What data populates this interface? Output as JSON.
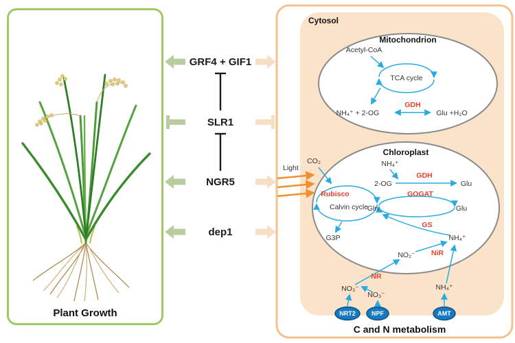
{
  "left_panel": {
    "title": "Plant Growth"
  },
  "regulators": [
    {
      "label": "GRF4 + GIF1"
    },
    {
      "label": "SLR1"
    },
    {
      "label": "NGR5"
    },
    {
      "label": "dep1"
    }
  ],
  "right_panel": {
    "cytosol_label": "Cytosol",
    "footer_label": "C and N metabolism",
    "light_label": "Light",
    "mitochondrion": {
      "title": "Mitochondrion",
      "acetyl_coa": "Acetyl-CoA",
      "tca_cycle": "TCA cycle",
      "gdh": "GDH",
      "substrates": "NH₄⁺ + 2-OG",
      "products": "Glu +H₂O"
    },
    "chloroplast": {
      "title": "Chloroplast",
      "co2": "CO₂",
      "nh4_top": "NH₄⁺",
      "two_og": "2-OG",
      "gdh": "GDH",
      "glu_from_gdh": "Glu",
      "gogat": "GOGAT",
      "rubisco": "Rubisco",
      "calvin_cycle": "Calvin cycle",
      "gln": "Gln",
      "glu_right": "Glu",
      "gs": "GS",
      "nh4_stroma": "NH₄⁺",
      "g3p": "G3P",
      "no2": "NO₂⁻",
      "nir": "NiR",
      "nr": "NR",
      "no3_left": "NO₃⁻",
      "no3_mid": "NO₃⁻",
      "nh4_bottom": "NH₄⁺"
    },
    "transporters": [
      {
        "label": "NRT2"
      },
      {
        "label": "NPF"
      },
      {
        "label": "AMT"
      }
    ]
  },
  "colors": {
    "green_border": "#9ccb64",
    "peach_border": "#f3c08f",
    "peach_fill": "#fbe3ca",
    "blue": "#29abe2",
    "red": "#e8402a",
    "orange": "#ef8f2d",
    "transporter_blue": "#1779be",
    "arrow_green": "#b9cda1",
    "arrow_peach": "#f7dfc6"
  }
}
